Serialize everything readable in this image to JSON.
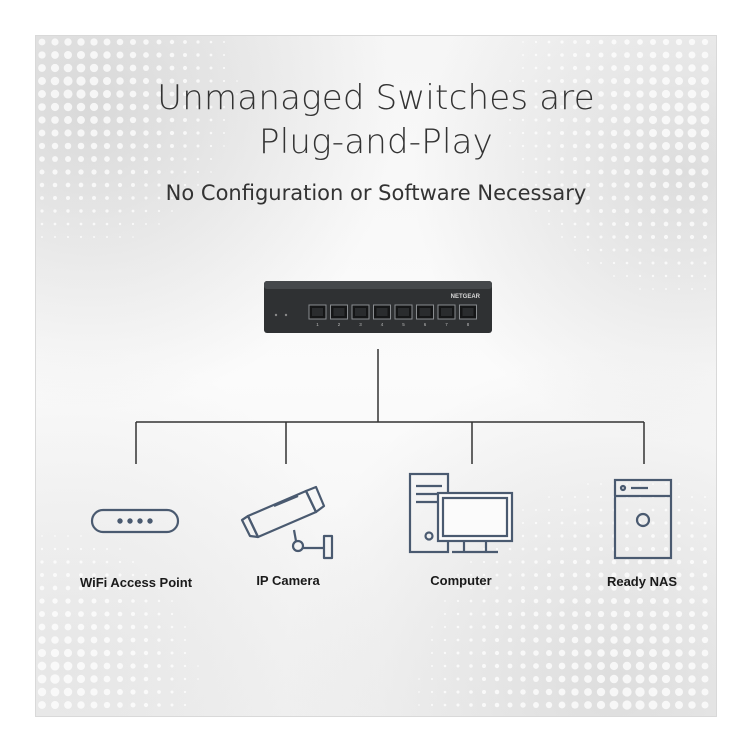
{
  "title_line1": "Unmanaged Switches are",
  "title_line2": "Plug-and-Play",
  "subtitle": "No Configuration or Software Necessary",
  "switch": {
    "brand": "NETGEAR",
    "ports": [
      "1",
      "2",
      "3",
      "4",
      "5",
      "6",
      "7",
      "8"
    ]
  },
  "devices": [
    {
      "label": "WiFi Access Point",
      "icon": "wifi-access-point-icon"
    },
    {
      "label": "IP Camera",
      "icon": "ip-camera-icon"
    },
    {
      "label": "Computer",
      "icon": "computer-icon"
    },
    {
      "label": "Ready NAS",
      "icon": "nas-icon"
    }
  ],
  "colors": {
    "title_text": "#333333",
    "icon_stroke": "#4a5a70",
    "line": "#333333",
    "switch_body": "#2f3133"
  }
}
